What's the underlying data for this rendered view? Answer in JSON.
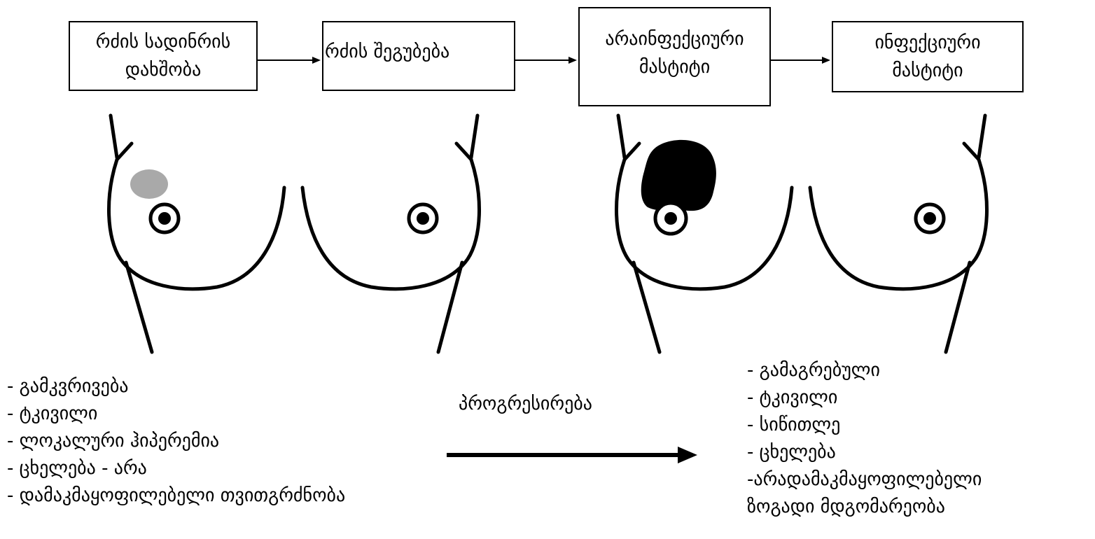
{
  "stages": [
    {
      "line1": "რძის სადინრის",
      "line2": "დახშობა"
    },
    {
      "line1": "რძის შეგუბება",
      "line2": ""
    },
    {
      "line1": "არაინფექციური",
      "line2": "მასტიტი"
    },
    {
      "line1": "ინფექციური",
      "line2": "მასტიტი"
    }
  ],
  "left_symptoms": [
    "- გამკვრივება",
    "- ტკივილი",
    "- ლოკალური   ჰიპერემია",
    "- ცხელება - არა",
    "- დამაკმაყოფილებელი თვითგრძნობა"
  ],
  "progression_label": "პროგრესირება",
  "right_symptoms": [
    "- გამაგრებული",
    "- ტკივილი",
    "- სიწითლე",
    "- ცხელება",
    "-არადამაკმაყოფილებელი",
    "ზოგადი მდგომარეობა"
  ],
  "colors": {
    "line": "#000000",
    "mild_lesion": "#a9a9a9",
    "severe_lesion": "#000000"
  }
}
